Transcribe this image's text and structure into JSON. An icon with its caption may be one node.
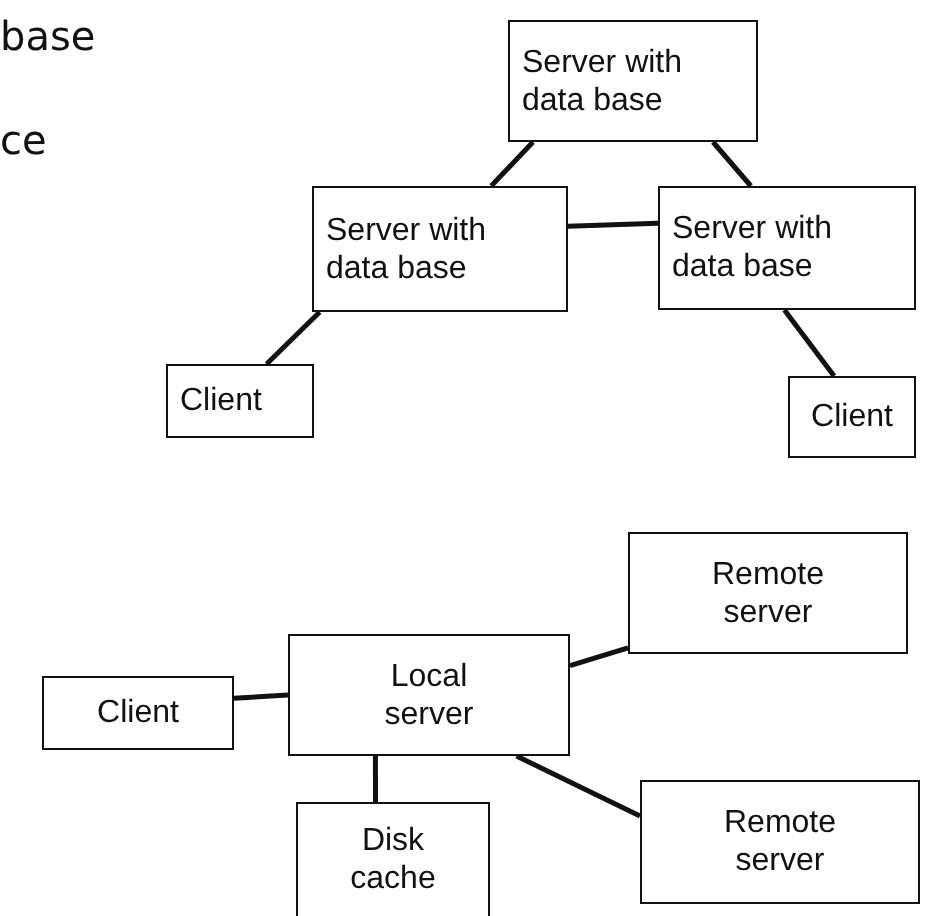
{
  "diagram": {
    "nodes": [
      {
        "text": [
          "Server with data base"
        ]
      },
      {
        "text": [
          "Server with data base"
        ]
      },
      {
        "text": [
          "Server with data base"
        ]
      },
      {
        "text": [
          "Client"
        ]
      },
      {
        "text": [
          "Client"
        ]
      },
      {
        "text": [
          "Remote server"
        ]
      },
      {
        "text": [
          "Client"
        ]
      },
      {
        "text": [
          "Local server"
        ]
      },
      {
        "text": [
          "Remote server"
        ]
      },
      {
        "text": [
          "Disk cache"
        ]
      }
    ],
    "edges": [
      {
        "from": 0,
        "to": 1,
        "arrow": "none"
      },
      {
        "from": 0,
        "to": 2,
        "arrow": "none"
      },
      {
        "from": 1,
        "to": 2,
        "arrow": "none"
      },
      {
        "from": 1,
        "to": 3,
        "arrow": "none"
      },
      {
        "from": 2,
        "to": 4,
        "arrow": "none"
      },
      {
        "from": 7,
        "to": 5,
        "arrow": "none"
      },
      {
        "from": 6,
        "to": 7,
        "arrow": "none"
      },
      {
        "from": 7,
        "to": 9,
        "arrow": "none"
      },
      {
        "from": 7,
        "to": 8,
        "arrow": "none"
      }
    ],
    "labels": [
      "base",
      "ce"
    ]
  }
}
